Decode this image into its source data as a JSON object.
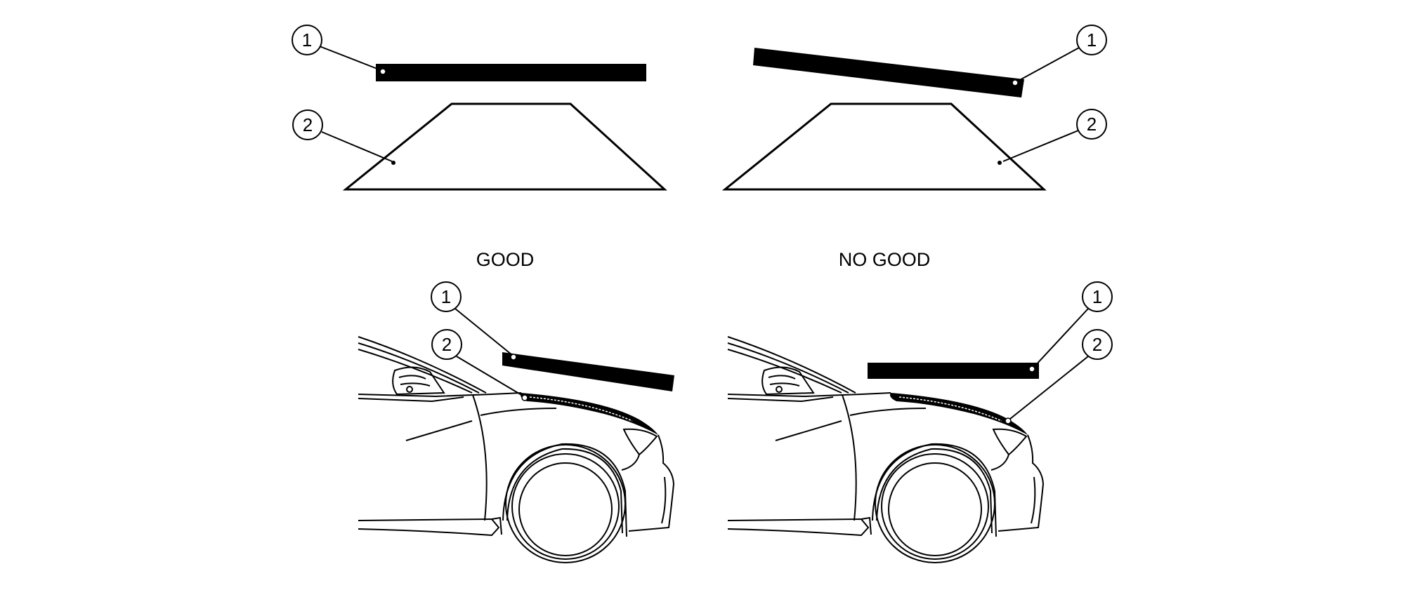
{
  "captions": {
    "good": "GOOD",
    "no_good": "NO GOOD"
  },
  "callouts": {
    "one": "1",
    "two": "2"
  },
  "colors": {
    "ink": "#000000",
    "background": "#ffffff"
  }
}
